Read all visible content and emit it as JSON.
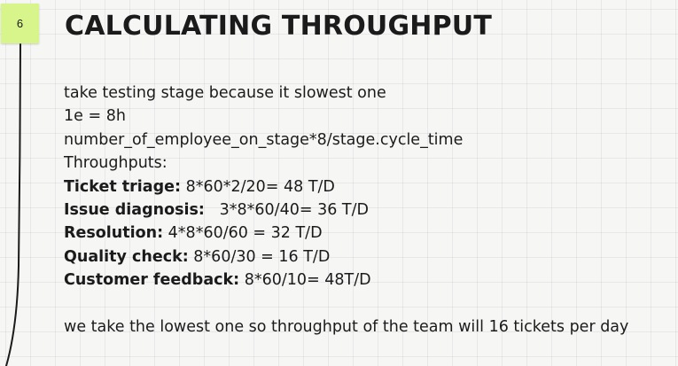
{
  "sticky_note": {
    "number": "6",
    "color": "#d8f58c"
  },
  "title": "CALCULATING THROUGHPUT",
  "notes": {
    "intro": "take testing stage because it slowest one",
    "rule": "1e = 8h",
    "formula": "number_of_employee_on_stage*8/stage.cycle_time",
    "throughputs_heading": "Throughputs:",
    "stages": [
      {
        "label": "Ticket triage:",
        "value": "8*60*2/20= 48 T/D"
      },
      {
        "label": "Issue diagnosis:",
        "value": "  3*8*60/40= 36 T/D"
      },
      {
        "label": "Resolution:",
        "value": "4*8*60/60 = 32 T/D"
      },
      {
        "label": "Quality check:",
        "value": "8*60/30 = 16 T/D"
      },
      {
        "label": "Customer feedback:",
        "value": "8*60/10= 48T/D"
      }
    ],
    "conclusion": "we take the lowest one so throughput of the team will 16 tickets per day"
  },
  "colors": {
    "canvas_background": "#f6f6f5",
    "text": "#1b1b1b",
    "connector_line": "#1b1b1b"
  }
}
